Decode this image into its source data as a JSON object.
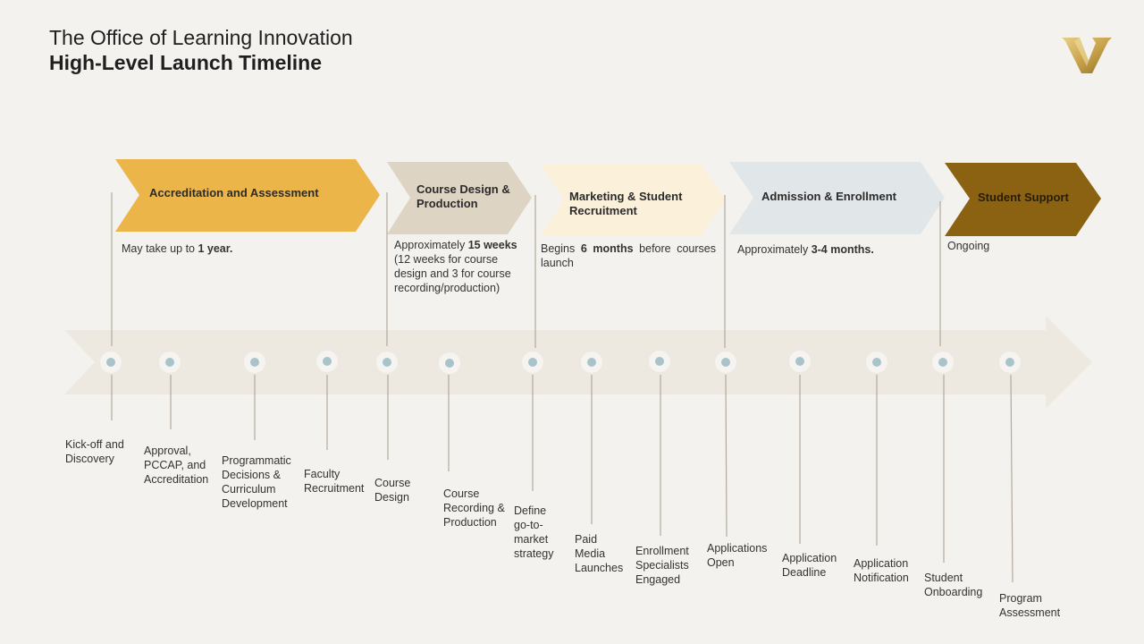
{
  "header": {
    "title_line1": "The Office of Learning Innovation",
    "title_line2": "High-Level Launch Timeline",
    "logo": "v-monogram-logo"
  },
  "colors": {
    "background": "#f4f2ee",
    "accreditation": "#ebb54a",
    "course_design": "#ddd4c3",
    "marketing": "#fbf0da",
    "admission": "#e1e7e8",
    "student_support": "#8b6212",
    "timeline_arrow": "#ede8e0",
    "milestone_dot": "#a8c3c9",
    "connector": "#b3aa9b",
    "logo_gold": "#c9a44c"
  },
  "phases": [
    {
      "label": "Accreditation and Assessment",
      "desc_prefix": "May take up to ",
      "desc_bold": "1 year.",
      "desc_suffix": ""
    },
    {
      "label": "Course Design & Production",
      "desc_prefix": "Approximately ",
      "desc_bold": "15 weeks",
      "desc_suffix": " (12 weeks for course design and 3 for course recording/production)"
    },
    {
      "label": "Marketing & Student Recruitment",
      "desc_prefix": "Begins ",
      "desc_bold": "6 months",
      "desc_suffix": " before courses launch"
    },
    {
      "label": "Admission & Enrollment",
      "desc_prefix": "Approximately ",
      "desc_bold": "3-4 months.",
      "desc_suffix": ""
    },
    {
      "label": "Student Support",
      "desc_prefix": "Ongoing",
      "desc_bold": "",
      "desc_suffix": ""
    }
  ],
  "milestones": [
    {
      "label": "Kick-off and Discovery"
    },
    {
      "label": "Approval, PCCAP, and Accreditation"
    },
    {
      "label": "Programmatic Decisions & Curriculum Development"
    },
    {
      "label": "Faculty Recruitment"
    },
    {
      "label": "Course Design"
    },
    {
      "label": "Course Recording & Production"
    },
    {
      "label": "Define go-to-market strategy"
    },
    {
      "label": "Paid Media Launches"
    },
    {
      "label": "Enrollment Specialists Engaged"
    },
    {
      "label": "Applications Open"
    },
    {
      "label": "Application Deadline"
    },
    {
      "label": "Application Notification"
    },
    {
      "label": "Student Onboarding"
    },
    {
      "label": "Program Assessment"
    }
  ]
}
